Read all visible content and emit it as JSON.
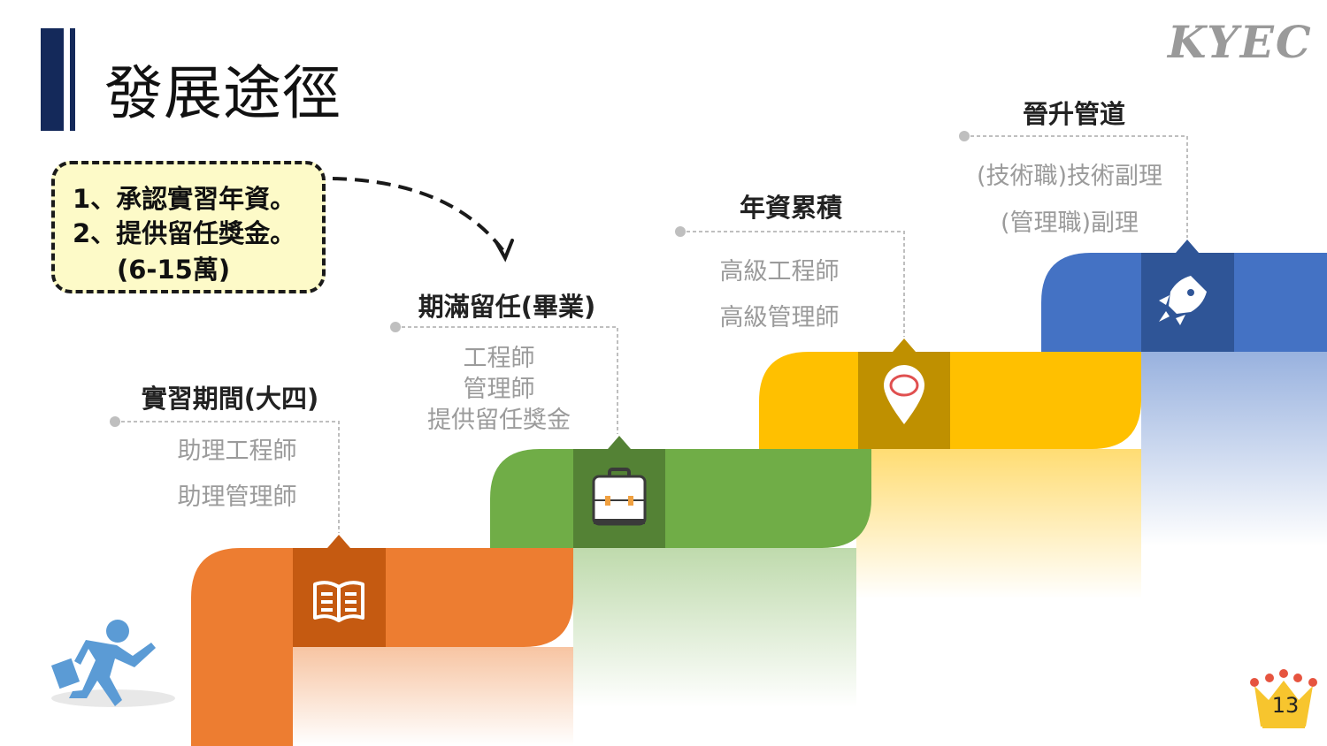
{
  "page": {
    "title": "發展途徑",
    "logo_text": "KYEC",
    "page_number": "13"
  },
  "note": {
    "lines": [
      "1、承認實習年資。",
      "2、提供留任獎金。",
      "(6-15萬)"
    ]
  },
  "steps": [
    {
      "title": "實習期間(大四)",
      "items": [
        "助理工程師",
        "助理管理師"
      ],
      "icon": "book-icon",
      "color": "#ed7d31",
      "icon_bg": "#c55a11"
    },
    {
      "title": "期滿留任(畢業)",
      "items": [
        "工程師",
        "管理師",
        "提供留任獎金"
      ],
      "icon": "briefcase-icon",
      "color": "#70ad47",
      "icon_bg": "#548235"
    },
    {
      "title": "年資累積",
      "items": [
        "高級工程師",
        "高級管理師"
      ],
      "icon": "map-pin-icon",
      "color": "#ffc000",
      "icon_bg": "#bf9000"
    },
    {
      "title": "晉升管道",
      "items": [
        "(技術職)技術副理",
        "(管理職)副理"
      ],
      "icon": "rocket-icon",
      "color": "#4472c4",
      "icon_bg": "#2f5597"
    }
  ],
  "colors": {
    "title_bar": "#14295a",
    "note_background": "#fdfac8",
    "leader_line": "#bfbfbf"
  }
}
